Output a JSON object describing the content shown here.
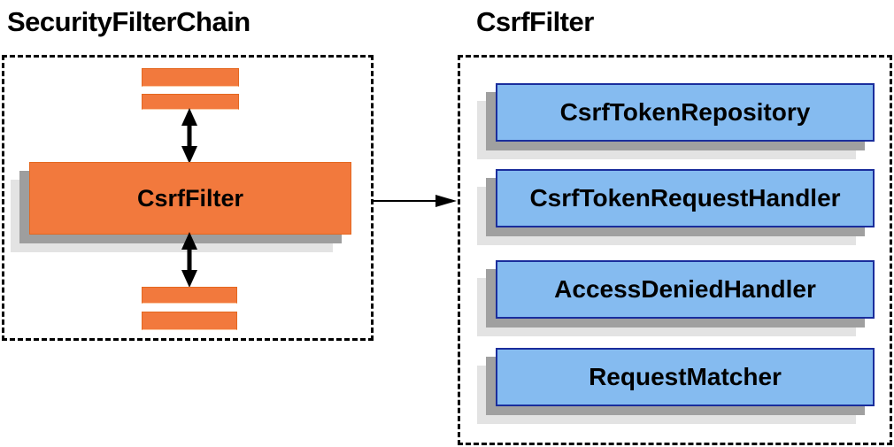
{
  "left_panel": {
    "title": "SecurityFilterChain",
    "filter_label": "CsrfFilter"
  },
  "right_panel": {
    "title": "CsrfFilter",
    "components": [
      "CsrfTokenRepository",
      "CsrfTokenRequestHandler",
      "AccessDeniedHandler",
      "RequestMatcher"
    ]
  },
  "colors": {
    "filter_orange": "#f2793d",
    "filter_orange_border": "#e4671f",
    "component_blue": "#85bbf0",
    "component_border": "#1a2d9c",
    "shadow_dark": "#a0a0a0",
    "shadow_light": "#e3e3e3",
    "arrow_black": "#000000"
  }
}
